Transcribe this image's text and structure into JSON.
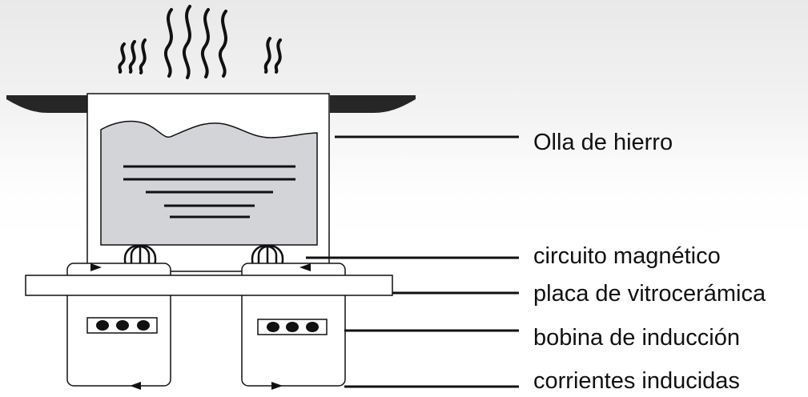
{
  "labels": {
    "olla": "Olla de hierro",
    "circuito": "circuito magnético",
    "placa": "placa de vitrocerámica",
    "bobina": "bobina de inducción",
    "corrientes": "corrientes inducidas"
  },
  "colors": {
    "stroke": "#111111",
    "liquid": "#d2d4d7",
    "pot_fill": "#ffffff"
  }
}
